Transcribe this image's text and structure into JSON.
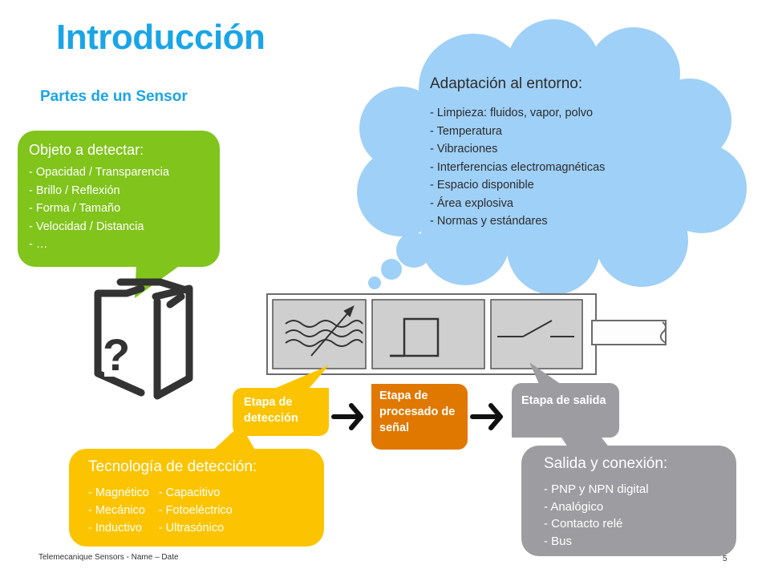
{
  "title": "Introducción",
  "subtitle": "Partes de un Sensor",
  "object_box": {
    "heading": "Objeto a detectar:",
    "items": [
      "- Opacidad / Transparencia",
      "- Brillo / Reflexión",
      "- Forma / Tamaño",
      "- Velocidad / Distancia",
      "- …"
    ]
  },
  "environment_box": {
    "heading": "Adaptación al entorno:",
    "items": [
      "- Limpieza: fluidos, vapor, polvo",
      "- Temperatura",
      "- Vibraciones",
      "- Interferencias electromagnéticas",
      "- Espacio disponible",
      "- Área explosiva",
      "- Normas y estándares"
    ]
  },
  "technology_box": {
    "heading": "Tecnología de detección:",
    "col1": [
      "- Magnético",
      "- Mecánico",
      "- Inductivo"
    ],
    "col2": [
      "- Capacitivo",
      "- Fotoeléctrico",
      "- Ultrasónico"
    ]
  },
  "output_box": {
    "heading": "Salida y conexión:",
    "items": [
      "- PNP y NPN digital",
      "- Analógico",
      "- Contacto relé",
      "- Bus"
    ]
  },
  "stages": {
    "detection": "Etapa de detección",
    "processing": "Etapa de procesado de señal",
    "output": "Etapa de salida"
  },
  "unknown_object_symbol": "?",
  "footer": "Telemecanique Sensors - Name – Date",
  "page_number": "5",
  "colors": {
    "title": "#1aa5e6",
    "green": "#80c41c",
    "cloud": "#9fd0f7",
    "yellow": "#fcc400",
    "orange": "#e07800",
    "grey": "#9d9da1"
  }
}
